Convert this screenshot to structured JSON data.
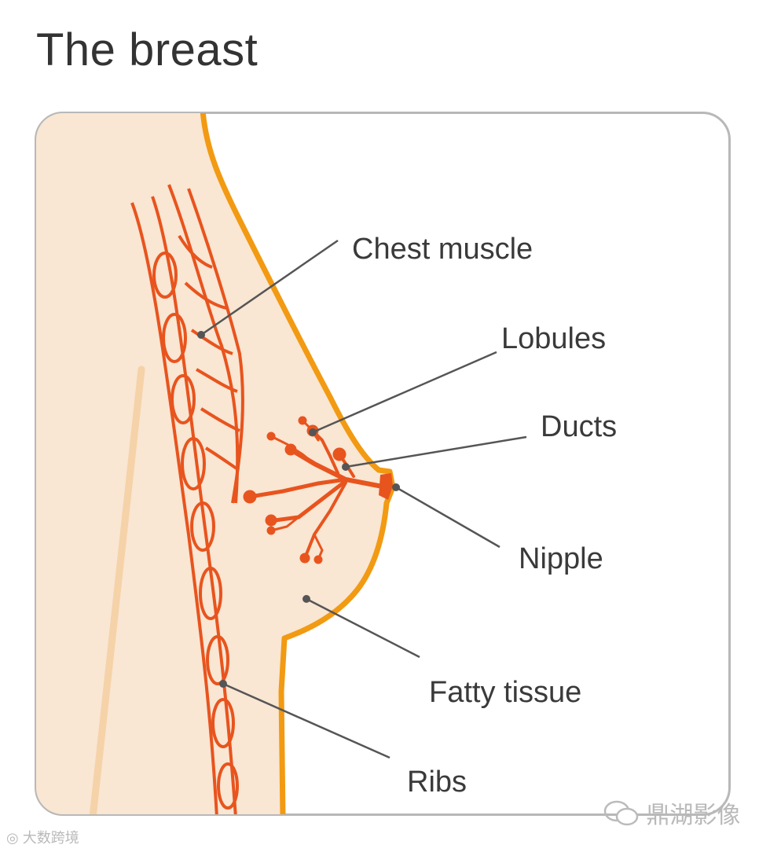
{
  "title": "The breast",
  "labels": {
    "chest_muscle": "Chest muscle",
    "lobules": "Lobules",
    "ducts": "Ducts",
    "nipple": "Nipple",
    "fatty_tissue": "Fatty tissue",
    "ribs": "Ribs"
  },
  "watermarks": {
    "right": "鼎湖影像",
    "left": "大数跨境"
  },
  "colors": {
    "skin": "#f9e6d3",
    "outline": "#f29a12",
    "tissue": "#e8541e",
    "leader": "#555555",
    "panel_border": "#b8b8b8"
  }
}
